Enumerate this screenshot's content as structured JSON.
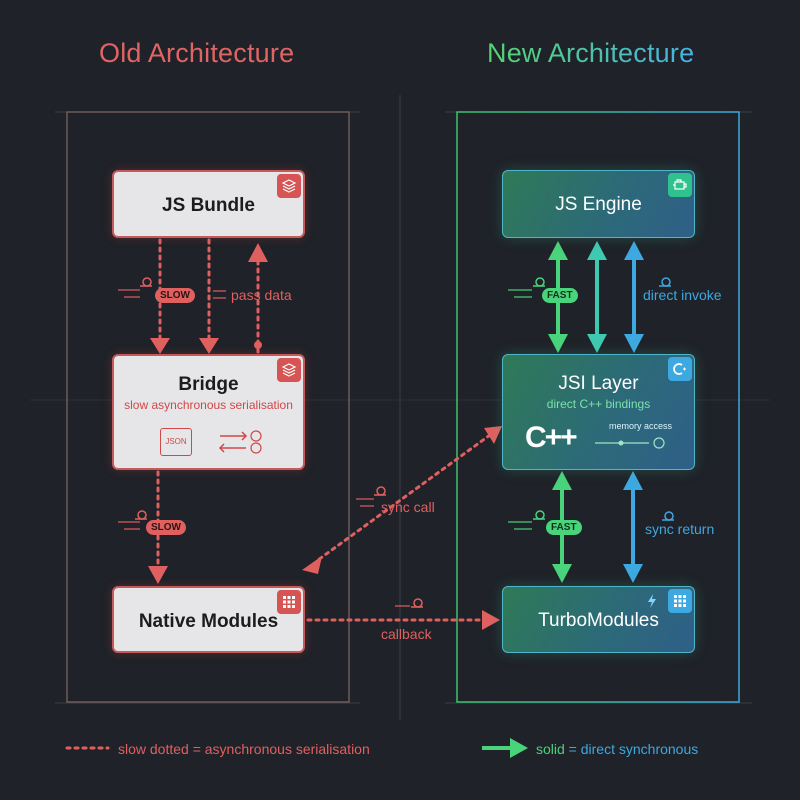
{
  "titles": {
    "old": "Old Architecture",
    "new": "New Architecture"
  },
  "old": {
    "js_bundle": "JS Bundle",
    "bridge": {
      "title": "Bridge",
      "subtitle": "slow asynchronous serialisation",
      "json_label": "JSON"
    },
    "native_modules": "Native Modules",
    "slow_badge": "SLOW",
    "pass_data": "pass data",
    "sync_call": "sync call",
    "callback": "callback"
  },
  "new": {
    "js_engine": "JS Engine",
    "jsi_layer": {
      "title": "JSI Layer",
      "subtitle": "direct C++ bindings",
      "memory_access": "memory access",
      "logo_text": "C++"
    },
    "turbomodules": "TurboModules",
    "fast_badge": "FAST",
    "direct_invoke": "direct invoke",
    "sync_return": "sync return"
  },
  "legend": {
    "old": "slow dotted = asynchronous serialisation",
    "new_word": "solid",
    "new_rest": " = direct synchronous"
  },
  "colors": {
    "old": "#e06060",
    "new_green": "#49d37a",
    "new_teal": "#3fc9b0",
    "new_blue": "#3ea8e0",
    "background": "#1f2228"
  },
  "icons": [
    "layers-icon",
    "json-icon",
    "swap-arrows-icon",
    "clock-icon",
    "grid-icon",
    "engine-icon",
    "cpp-icon",
    "bolt-icon",
    "snail-icon",
    "globe-icon"
  ]
}
